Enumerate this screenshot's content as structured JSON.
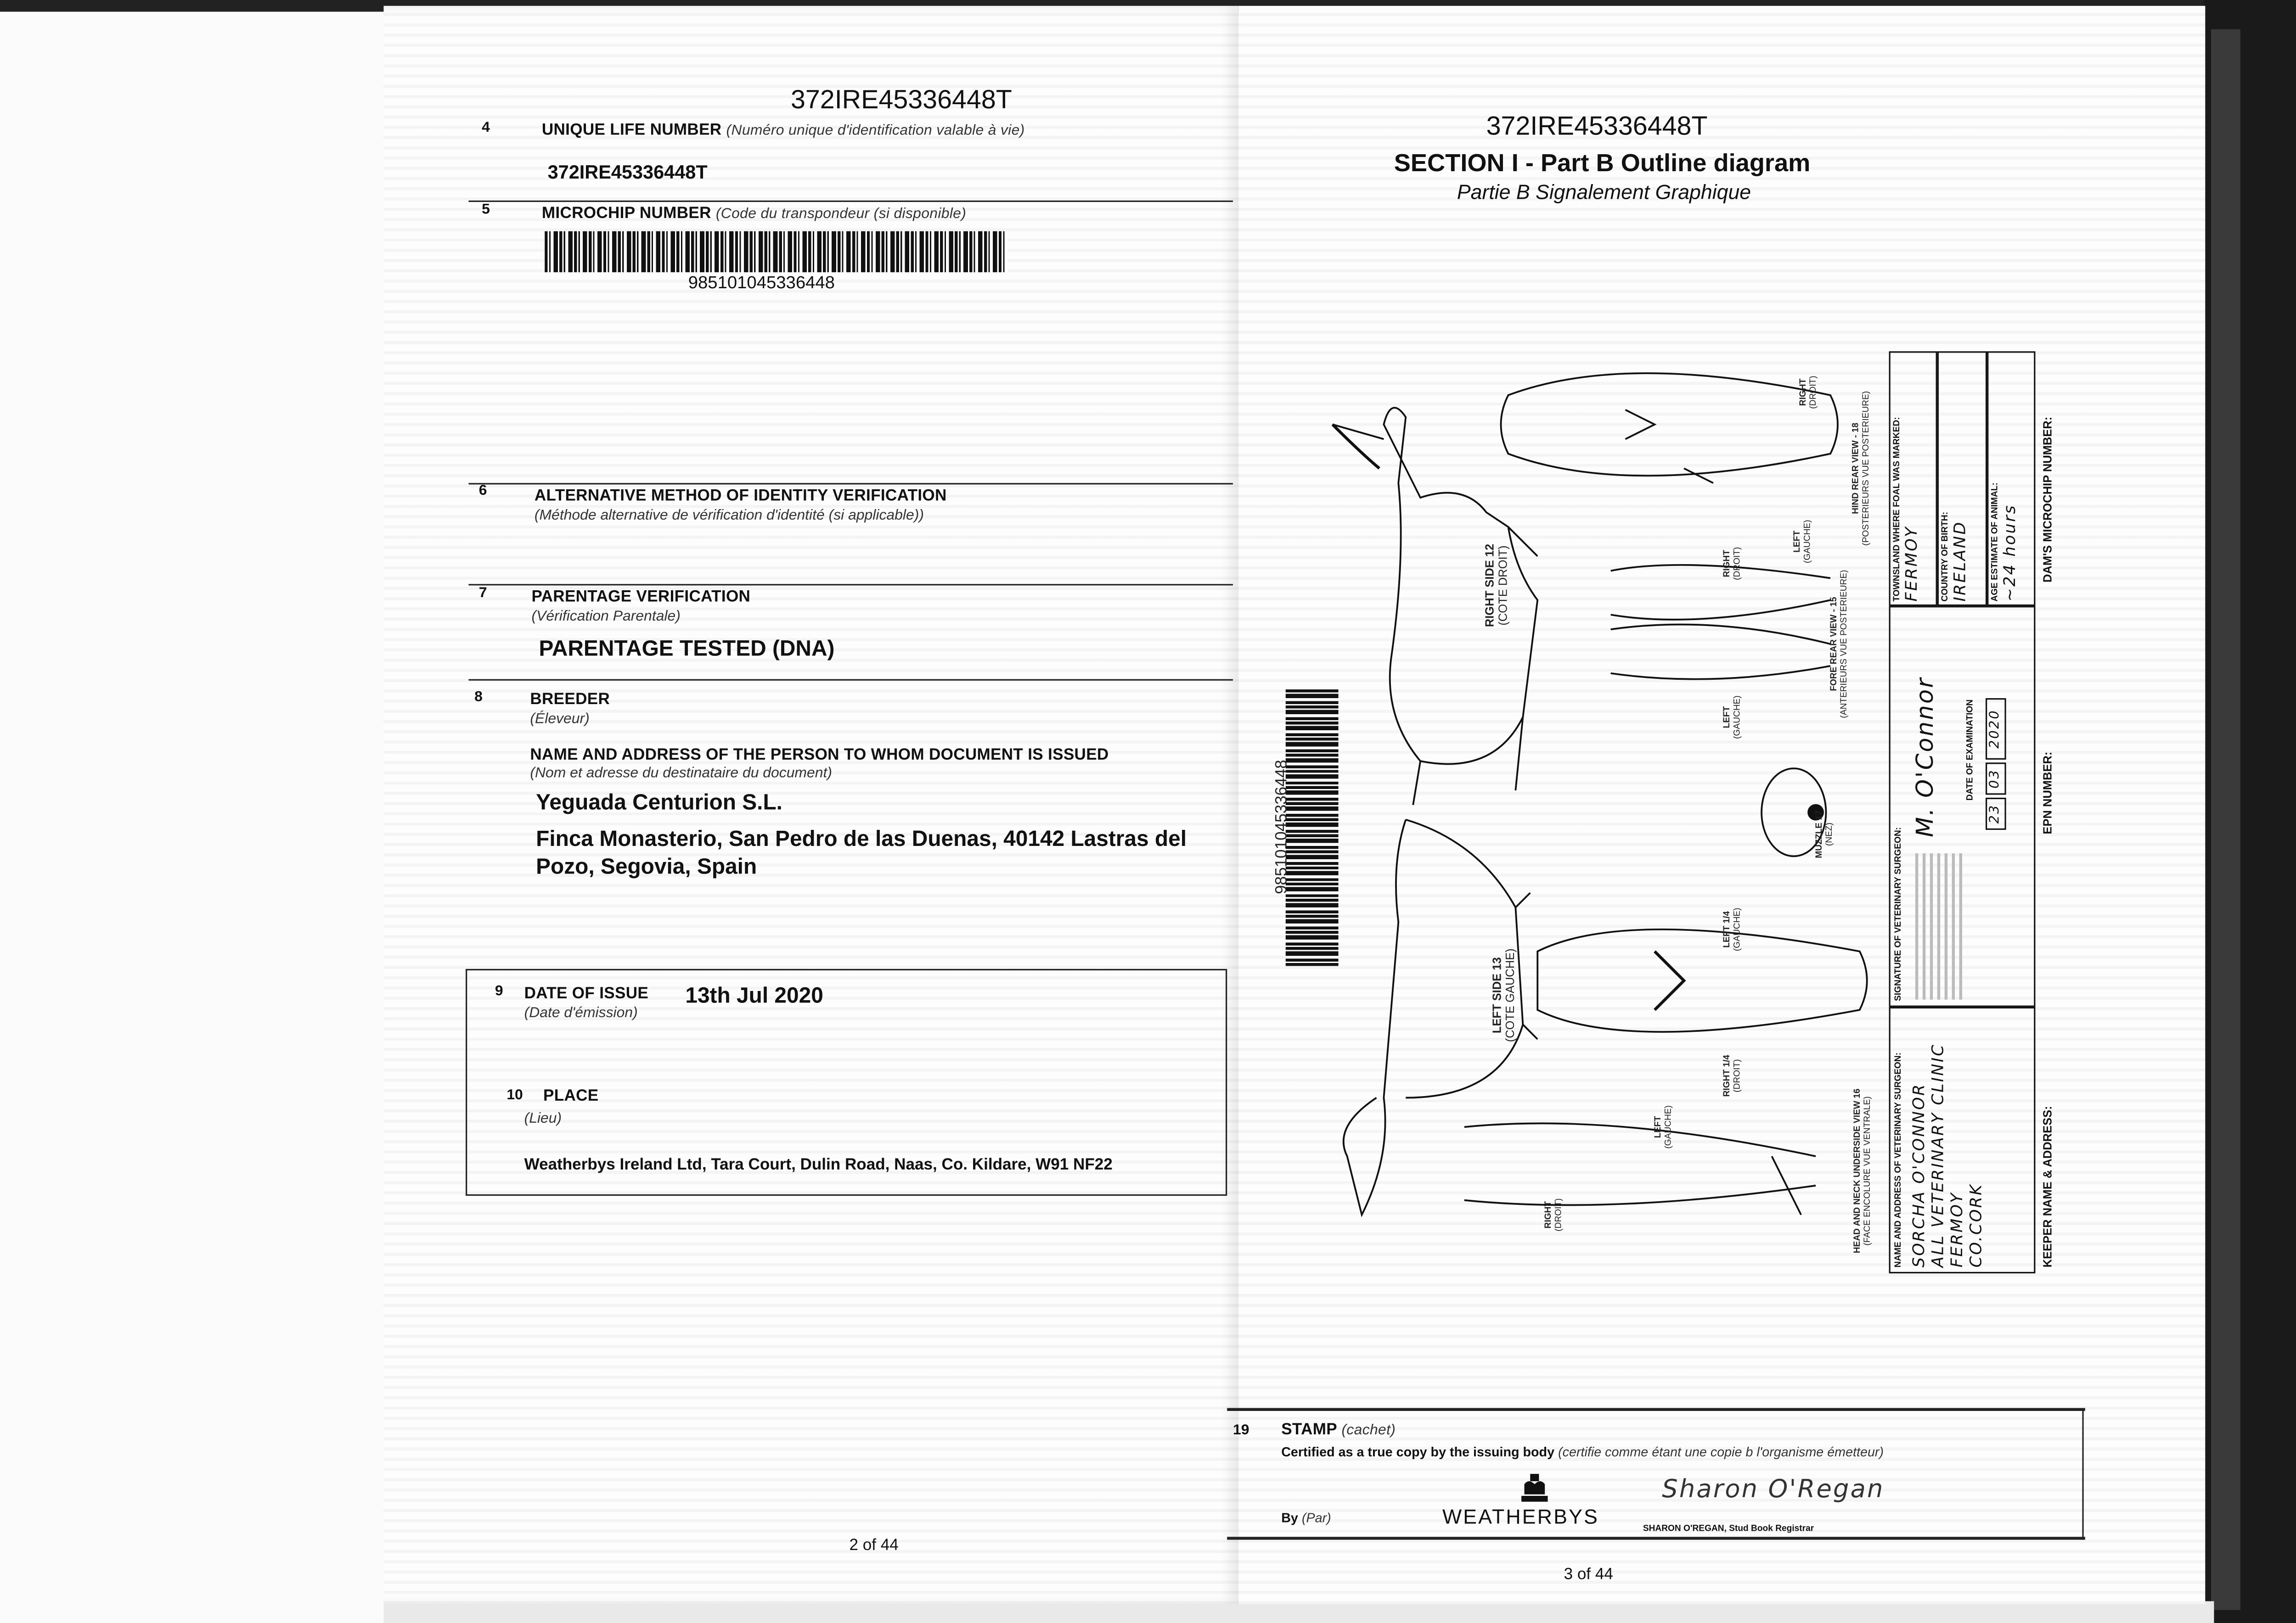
{
  "left_page": {
    "header_id": "372IRE45336448T",
    "section4": {
      "number": "4",
      "label": "UNIQUE LIFE NUMBER",
      "label_fr": "(Numéro unique d'identification valable à vie)",
      "value": "372IRE45336448T"
    },
    "section5": {
      "number": "5",
      "label": "MICROCHIP NUMBER",
      "label_fr": "(Code du transpondeur (si disponible)",
      "value": "985101045336448"
    },
    "section6": {
      "number": "6",
      "label": "ALTERNATIVE METHOD OF IDENTITY VERIFICATION",
      "label_fr": "(Méthode alternative de vérification d'identité (si applicable))"
    },
    "section7": {
      "number": "7",
      "label": "PARENTAGE VERIFICATION",
      "label_fr": "(Vérification Parentale)",
      "value": "PARENTAGE TESTED (DNA)"
    },
    "section8": {
      "number": "8",
      "label": "BREEDER",
      "label_fr": "(Éleveur)",
      "sub_label": "NAME AND ADDRESS OF THE PERSON TO WHOM DOCUMENT IS ISSUED",
      "sub_label_fr": "(Nom et adresse du destinataire du document)",
      "name": "Yeguada Centurion S.L.",
      "address_line1": "Finca Monasterio, San Pedro de las Duenas, 40142 Lastras del",
      "address_line2": "Pozo, Segovia, Spain"
    },
    "section9": {
      "number": "9",
      "label": "DATE OF ISSUE",
      "label_fr": "(Date d'émission)",
      "value": "13th Jul 2020"
    },
    "section10": {
      "number": "10",
      "label": "PLACE",
      "label_fr": "(Lieu)",
      "value": "Weatherbys Ireland Ltd, Tara Court, Dulin Road, Naas, Co. Kildare, W91 NF22"
    },
    "page_number": "2 of 44"
  },
  "right_page": {
    "header_id": "372IRE45336448T",
    "title": "SECTION I - Part B Outline diagram",
    "subtitle": "Partie B Signalement Graphique",
    "vertical_barcode_number": "985101045336448",
    "diagram_labels": {
      "hind_right": "RIGHT",
      "hind_right_fr": "(DROIT)",
      "hind_left": "LEFT",
      "hind_left_fr": "(GAUCHE)",
      "hind_view": "HIND REAR VIEW - 18",
      "hind_view_fr": "(POSTERIEURS VUE POSTERIEURE)",
      "fore_right": "RIGHT",
      "fore_right_fr": "(DROIT)",
      "fore_left": "LEFT",
      "fore_left_fr": "(GAUCHE)",
      "fore_view": "FORE REAR VIEW - 15",
      "fore_view_fr": "(ANTERIEURS VUE POSTERIEURE)",
      "right_side": "RIGHT SIDE 12",
      "right_side_fr": "(COTE DROIT)",
      "left_side": "LEFT SIDE 13",
      "left_side_fr": "(COTE GAUCHE)",
      "muzzle": "MUZZLE 17",
      "muzzle_fr": "(NEZ)",
      "left_quarter": "LEFT 1/4",
      "left_quarter_fr": "(GAUCHE)",
      "right_quarter": "RIGHT 1/4",
      "right_quarter_fr": "(DROIT)",
      "head_view": "HEAD AND NECK UNDERSIDE VIEW 16",
      "head_view_fr": "(FACE ENCOLURE VUE VENTRALE)",
      "head_left": "LEFT",
      "head_left_fr": "(GAUCHE)",
      "head_right": "RIGHT",
      "head_right_fr": "(DROIT)"
    },
    "vet_form": {
      "vet_name_label": "NAME AND ADDRESS OF VETERINARY SURGEON:",
      "vet_name_lines": [
        "SORCHA O'CONNOR",
        "ALL VETERINARY CLINIC",
        "FERMOY",
        "CO.CORK"
      ],
      "signature_label": "SIGNATURE OF VETERINARY SURGEON:",
      "signature": "M. O'Connor",
      "date_label": "DATE OF EXAMINATION",
      "date_day": "23",
      "date_month": "03",
      "date_year": "2020",
      "townsland_label": "TOWNSLAND WHERE FOAL WAS MARKED:",
      "townsland": "FERMOY",
      "country_label": "COUNTRY OF BIRTH:",
      "country": "IRELAND",
      "age_label": "AGE ESTIMATE OF ANIMAL:",
      "age": "~24 hours",
      "keeper_label": "KEEPER NAME & ADDRESS:",
      "epn_label": "EPN NUMBER:",
      "dam_label": "DAM'S MICROCHIP NUMBER:"
    },
    "stamp": {
      "number": "19",
      "label": "STAMP",
      "label_fr": "(cachet)",
      "certified": "Certified as a true copy by the issuing body",
      "certified_fr": "(certifie comme étant une copie b l'organisme émetteur)",
      "by": "By",
      "by_fr": "(Par)",
      "logo_text": "WEATHERBYS",
      "signature": "Sharon O'Regan",
      "signatory": "SHARON O'REGAN, Stud Book Registrar"
    },
    "page_number": "3 of 44"
  }
}
